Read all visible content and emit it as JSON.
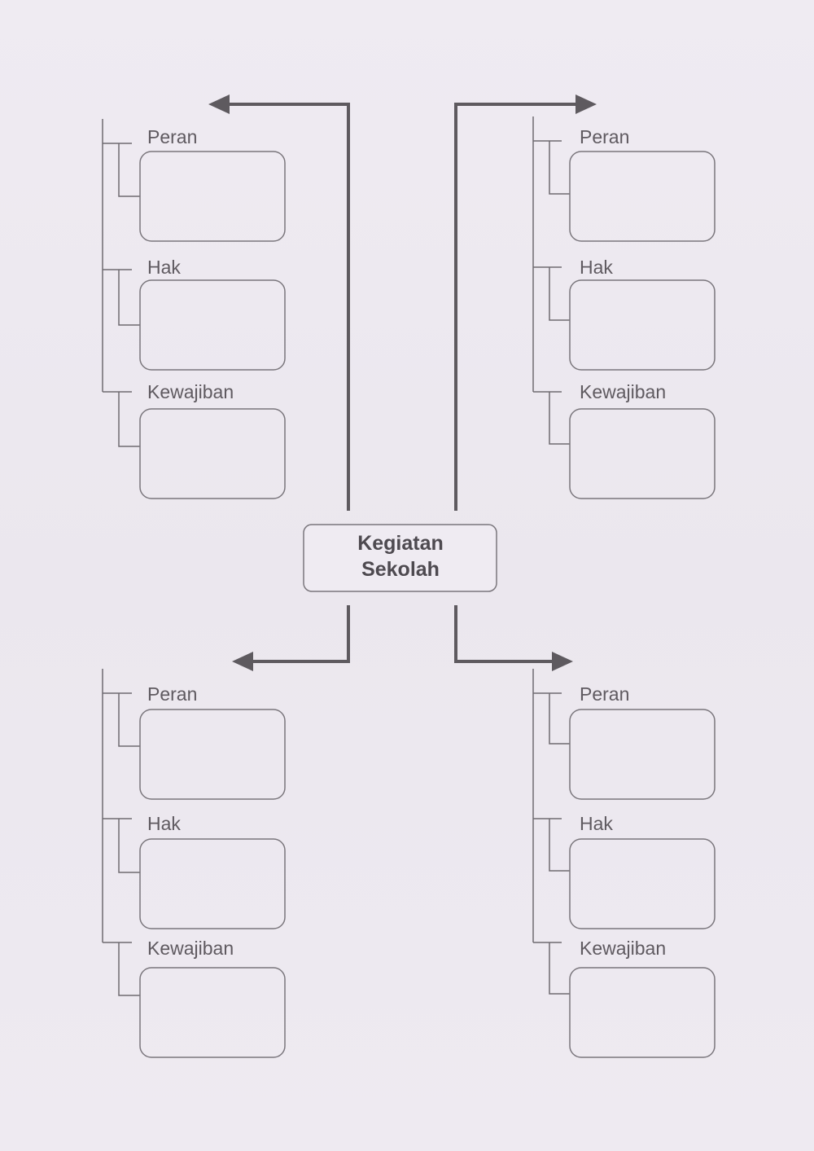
{
  "center": {
    "line1": "Kegiatan",
    "line2": "Sekolah"
  },
  "groups": [
    {
      "id": "top-left",
      "labels": [
        "Peran",
        "Hak",
        "Kewajiban"
      ]
    },
    {
      "id": "top-right",
      "labels": [
        "Peran",
        "Hak",
        "Kewajiban"
      ]
    },
    {
      "id": "bottom-left",
      "labels": [
        "Peran",
        "Hak",
        "Kewajiban"
      ]
    },
    {
      "id": "bottom-right",
      "labels": [
        "Peran",
        "Hak",
        "Kewajiban"
      ]
    }
  ],
  "colors": {
    "arrow": "#5e5a5f",
    "box_stroke": "#7a767c",
    "bracket": "#6e6a70"
  }
}
